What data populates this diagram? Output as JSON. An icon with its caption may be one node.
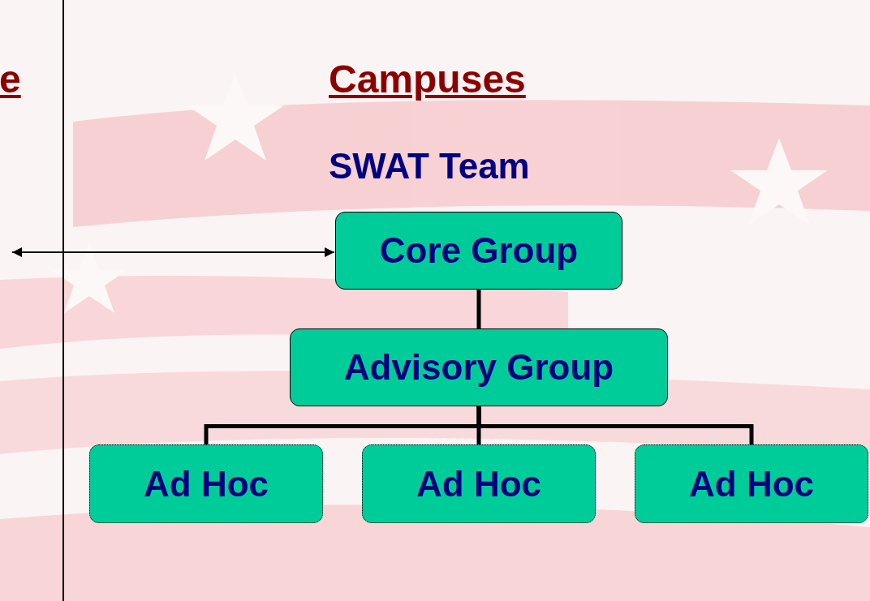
{
  "diagram": {
    "nodes": [
      {
        "text": [
          "Core Group"
        ]
      },
      {
        "text": [
          "Advisory Group"
        ]
      },
      {
        "text": [
          "Ad Hoc"
        ]
      },
      {
        "text": [
          "Ad Hoc"
        ]
      },
      {
        "text": [
          "Ad Hoc"
        ]
      }
    ],
    "edges": [
      {
        "from": null,
        "to": 0,
        "arrow": "both"
      },
      {
        "from": 0,
        "to": 1,
        "arrow": "none"
      },
      {
        "from": 1,
        "to": 2,
        "arrow": "none"
      },
      {
        "from": 1,
        "to": 3,
        "arrow": "none"
      },
      {
        "from": 1,
        "to": 4,
        "arrow": "none"
      }
    ],
    "labels": [
      "e",
      "Campuses",
      "SWAT Team"
    ]
  }
}
